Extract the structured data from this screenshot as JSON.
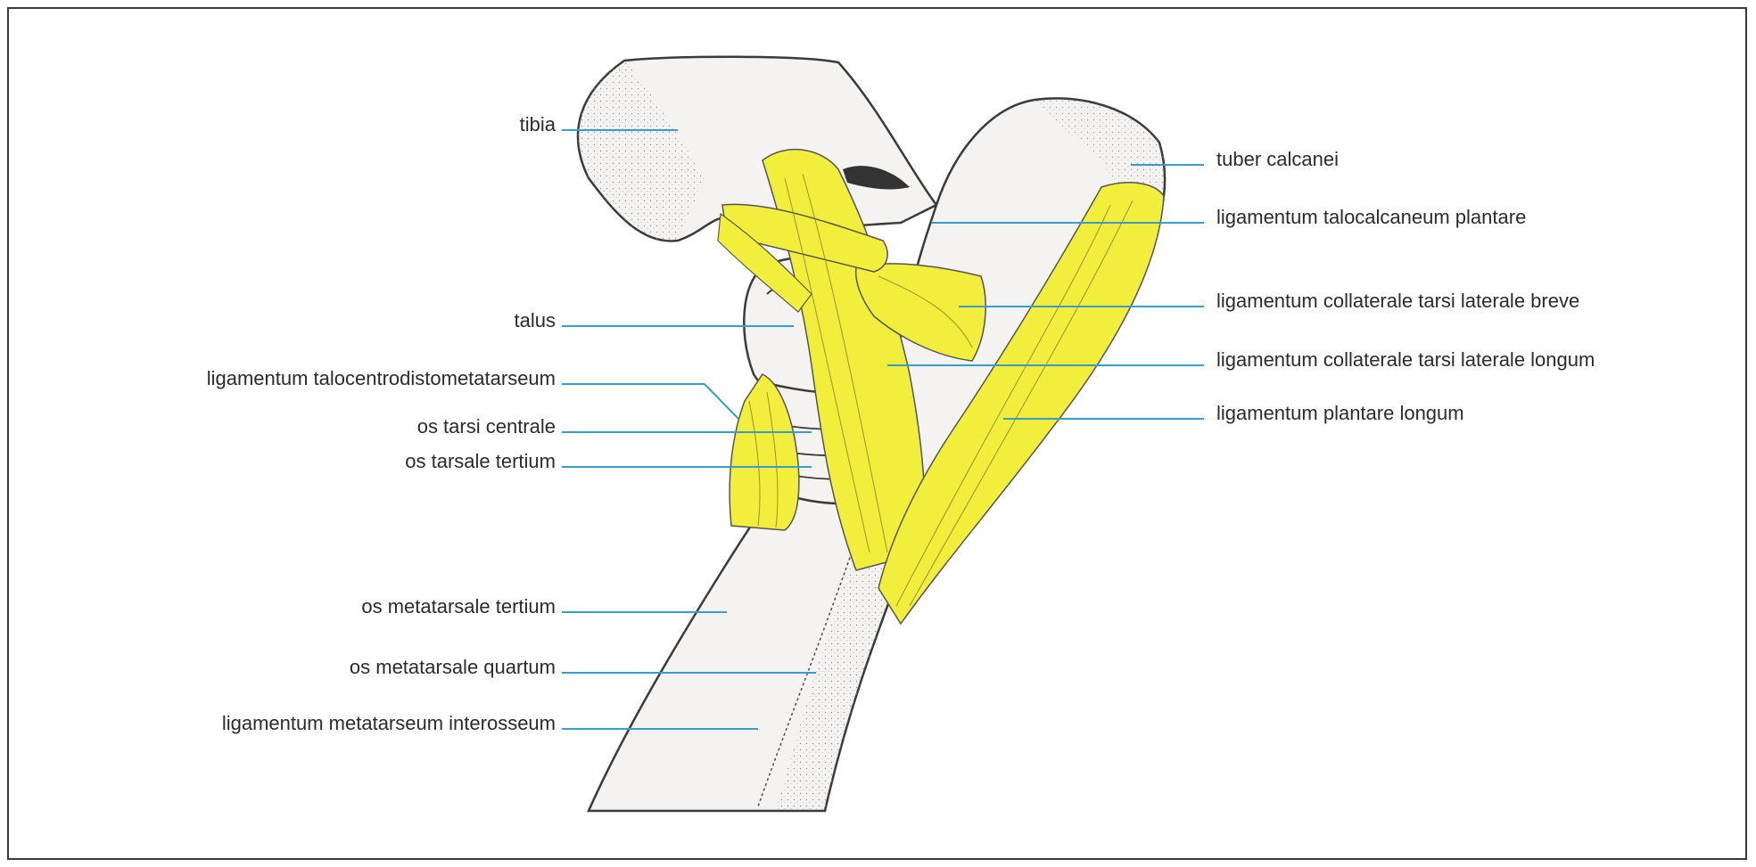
{
  "colors": {
    "ligament": "#f2ef3c",
    "bone": "#f4f3f1",
    "outline": "#3b3b3b",
    "leader": "#3a9ccb",
    "frame": "#3a3a3a"
  },
  "labels_left": [
    "tibia",
    "talus",
    "ligamentum talocentrodistometatarseum",
    "os tarsi centrale",
    "os tarsale tertium",
    "os metatarsale tertium",
    "os metatarsale quartum",
    "ligamentum metatarseum interosseum"
  ],
  "labels_right": [
    "tuber calcanei",
    "ligamentum talocalcaneum plantare",
    "ligamentum collaterale tarsi laterale breve",
    "ligamentum collaterale tarsi laterale longum",
    "ligamentum plantare longum"
  ]
}
